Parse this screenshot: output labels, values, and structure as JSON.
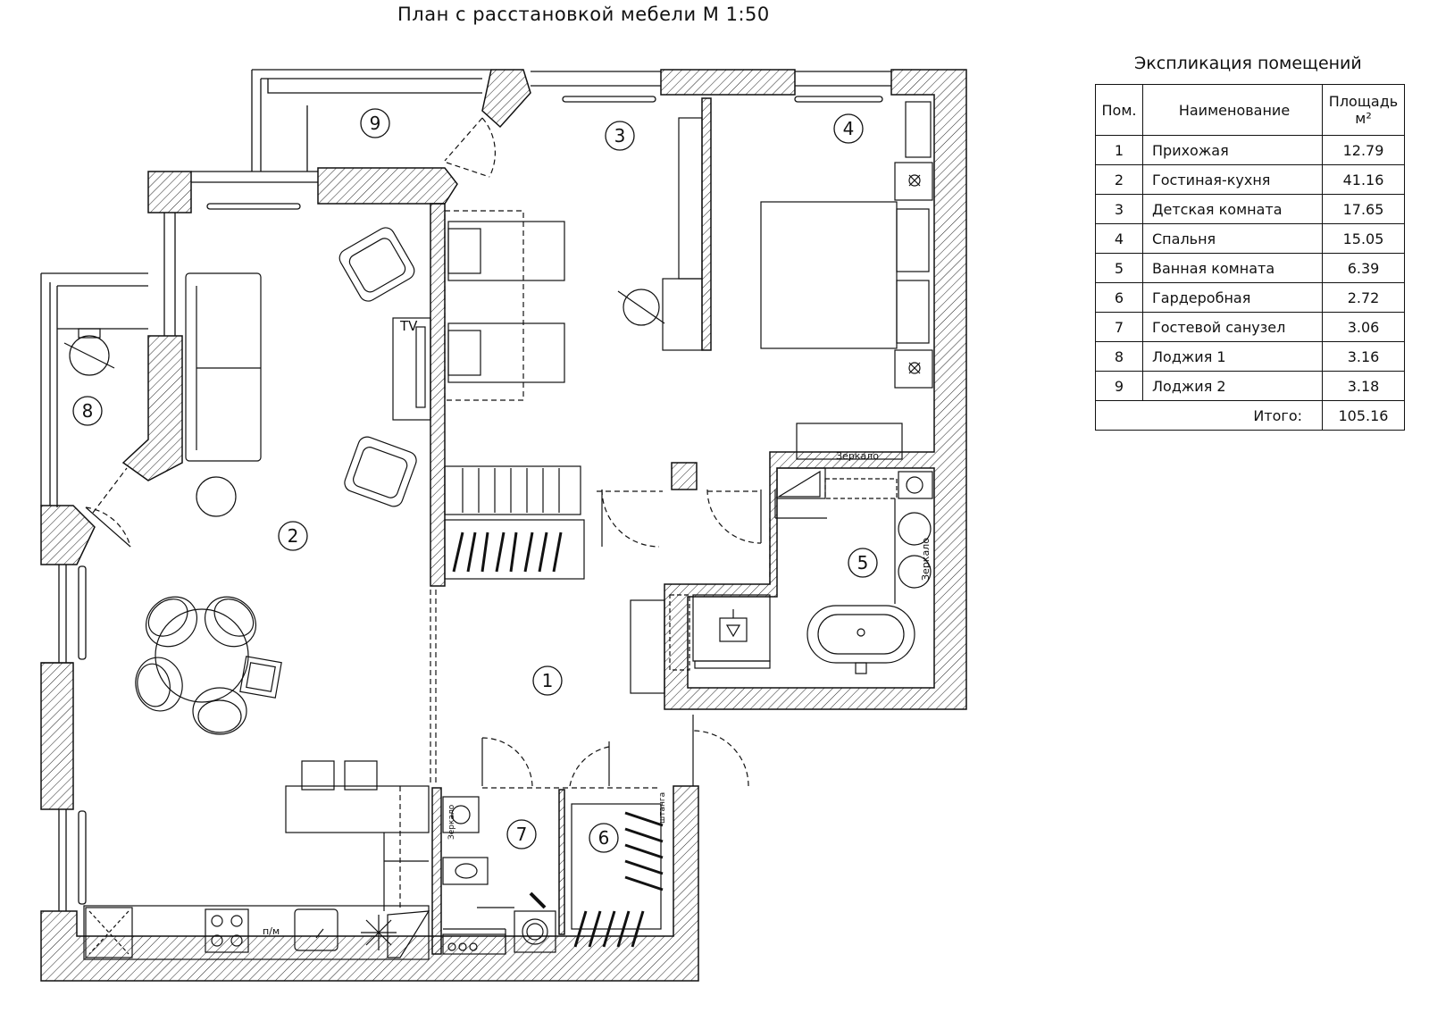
{
  "plan": {
    "title": "План с расстановкой мебели М 1:50",
    "rooms": [
      {
        "number": "1"
      },
      {
        "number": "2"
      },
      {
        "number": "3"
      },
      {
        "number": "4"
      },
      {
        "number": "5"
      },
      {
        "number": "6"
      },
      {
        "number": "7"
      },
      {
        "number": "8"
      },
      {
        "number": "9"
      }
    ],
    "labels": {
      "tv": "TV",
      "mirror_bedroom": "Зеркало",
      "mirror_bath": "Зеркало",
      "mirror_wc": "Зеркало",
      "dishwasher": "п/м",
      "rod": "штанга"
    }
  },
  "explication": {
    "title": "Экспликация помещений",
    "headers": {
      "num": "Пом.",
      "name": "Наименование",
      "area": "Площадь",
      "unit": "м²"
    },
    "rows": [
      {
        "num": "1",
        "name": "Прихожая",
        "area": "12.79"
      },
      {
        "num": "2",
        "name": "Гостиная-кухня",
        "area": "41.16"
      },
      {
        "num": "3",
        "name": "Детская комната",
        "area": "17.65"
      },
      {
        "num": "4",
        "name": "Спальня",
        "area": "15.05"
      },
      {
        "num": "5",
        "name": "Ванная комната",
        "area": "6.39"
      },
      {
        "num": "6",
        "name": "Гардеробная",
        "area": "2.72"
      },
      {
        "num": "7",
        "name": "Гостевой санузел",
        "area": "3.06"
      },
      {
        "num": "8",
        "name": "Лоджия 1",
        "area": "3.16"
      },
      {
        "num": "9",
        "name": "Лоджия 2",
        "area": "3.18"
      }
    ],
    "total_label": "Итого:",
    "total_value": "105.16"
  }
}
